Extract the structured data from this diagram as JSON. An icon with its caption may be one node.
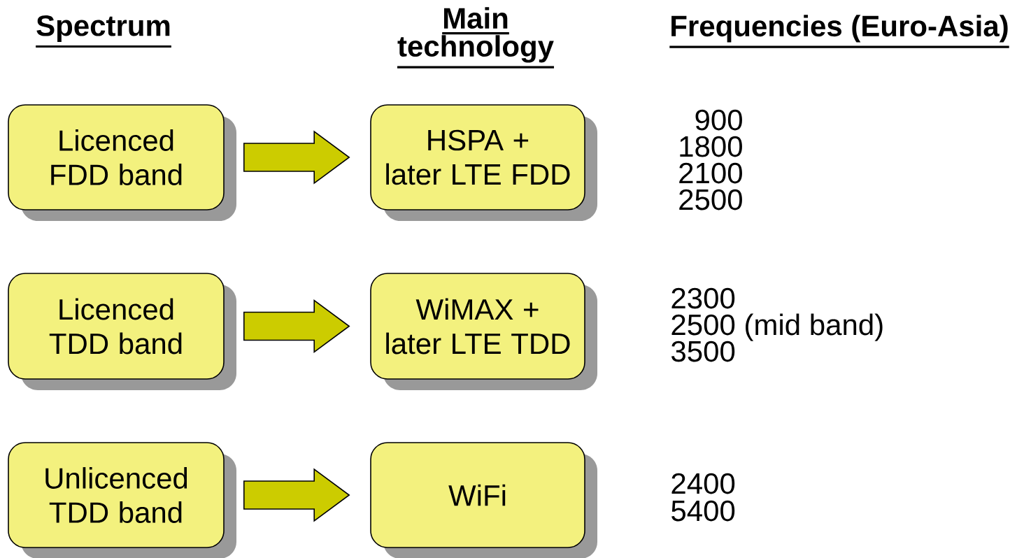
{
  "diagram": {
    "nodes": [
      {
        "text": [
          "Licenced FDD band"
        ]
      },
      {
        "text": [
          "HSPA + later LTE FDD"
        ]
      },
      {
        "text": [
          "Licenced TDD band"
        ]
      },
      {
        "text": [
          "WiMAX + later LTE TDD"
        ]
      },
      {
        "text": [
          "Unlicenced TDD band"
        ]
      },
      {
        "text": [
          "WiFi"
        ]
      }
    ],
    "edges": [
      {
        "from": 0,
        "to": 1,
        "arrow": "to"
      },
      {
        "from": 2,
        "to": 3,
        "arrow": "to"
      },
      {
        "from": 4,
        "to": 5,
        "arrow": "to"
      }
    ],
    "labels": [
      "Spectrum",
      "Main technology",
      "Frequencies (Euro-Asia)",
      "900",
      "1800",
      "2100",
      "2500",
      "2300",
      "2500 (mid band)",
      "3500",
      "2400",
      "5400"
    ]
  }
}
